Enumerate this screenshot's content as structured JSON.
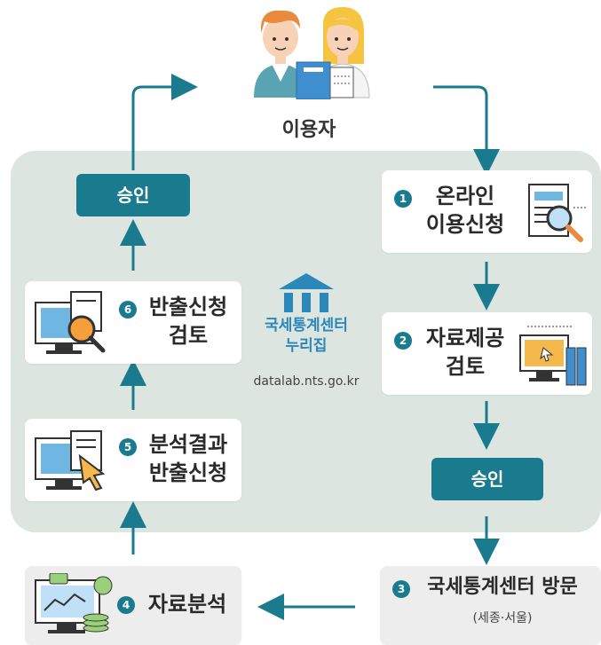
{
  "user": {
    "label": "이용자"
  },
  "center": {
    "title_line1": "국세통계센터",
    "title_line2": "누리집",
    "url": "datalab.nts.go.kr"
  },
  "steps": [
    {
      "num": "1",
      "line1": "온라인",
      "line2": "이용신청"
    },
    {
      "num": "2",
      "line1": "자료제공",
      "line2": "검토"
    },
    {
      "num": "3",
      "line1": "국세통계센터 방문",
      "sub": "(세종·서울)"
    },
    {
      "num": "4",
      "line1": "자료분석"
    },
    {
      "num": "5",
      "line1": "분석결과",
      "line2": "반출신청"
    },
    {
      "num": "6",
      "line1": "반출신청",
      "line2": "검토"
    }
  ],
  "approvals": {
    "right": "승인",
    "left": "승인"
  },
  "colors": {
    "accent": "#1a7a8e",
    "panel": "#dde5e0",
    "link": "#2b88b8"
  }
}
